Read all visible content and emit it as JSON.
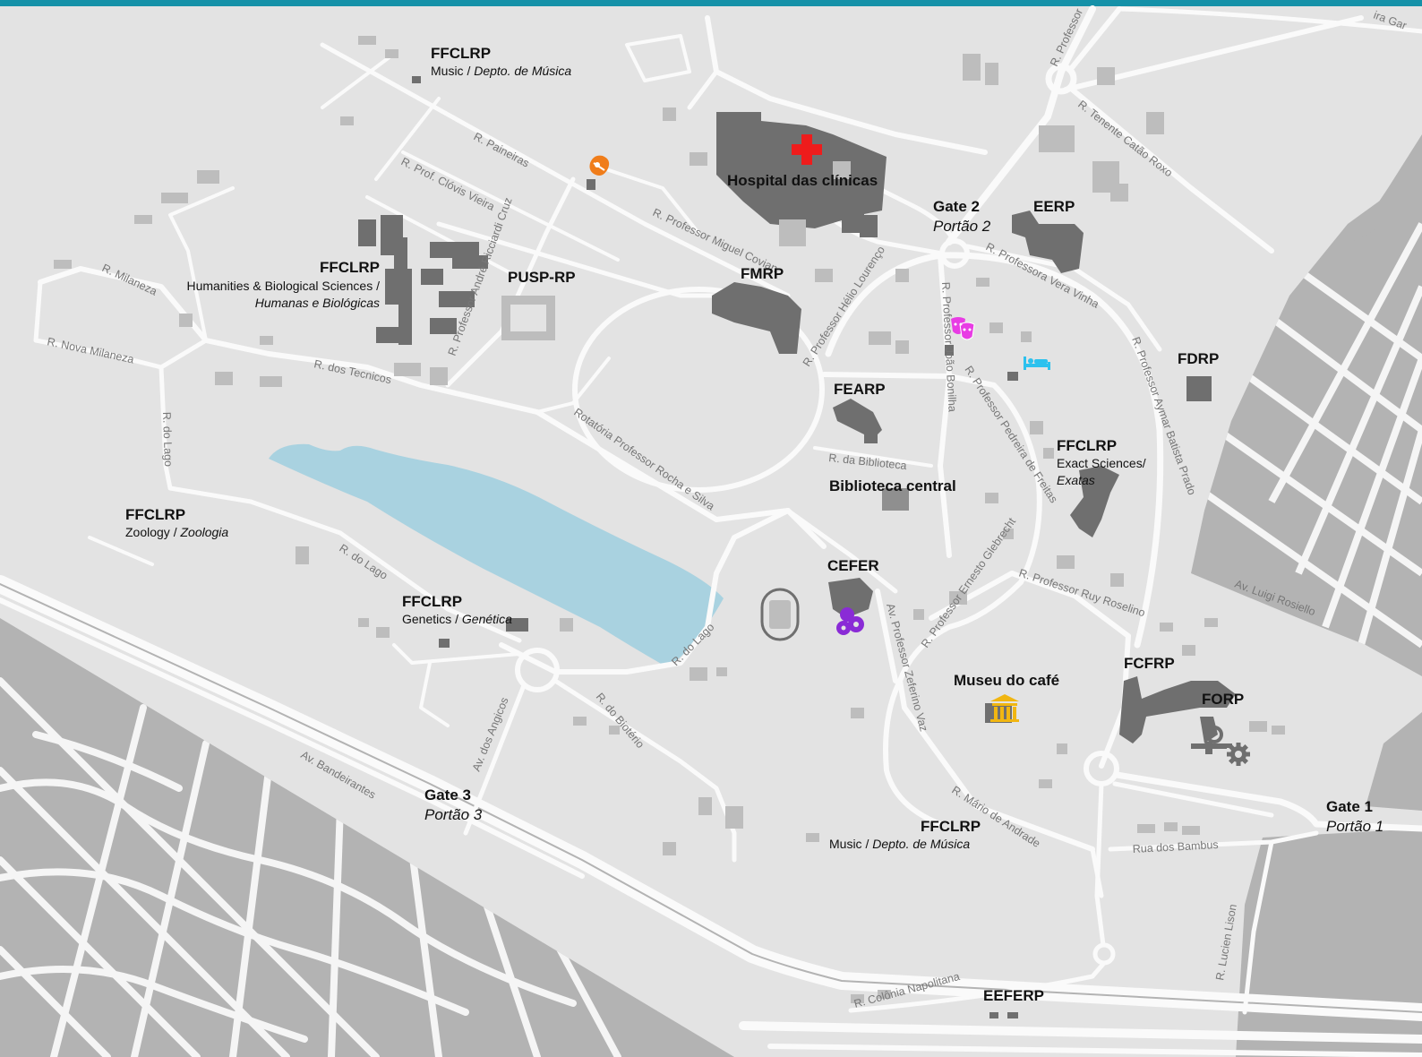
{
  "colors": {
    "background": "#e3e3e3",
    "urban": "#b3b3b3",
    "road": "#fafafa",
    "building": "#6f6f6f",
    "small_building": "#bdbdbd",
    "lake": "#a9d2e0",
    "top_bar": "#1591a8",
    "hospital_icon": "#ee1c1c",
    "theater_icon": "#e83ce4",
    "hotel_icon": "#2cc1ee",
    "museum_icon": "#f1b611",
    "cefer_icon": "#8a2bd6",
    "ffclrp_music_icon": "#f07d1a"
  },
  "places": [
    {
      "id": "ffclrp-music-north",
      "title": "FFCLRP",
      "line1": "Music / ",
      "line1_italic": "Depto. de Música",
      "line2_italic": ""
    },
    {
      "id": "hospital",
      "title": "Hospital das clínicas"
    },
    {
      "id": "gate2",
      "title": "Gate 2",
      "subtitle": "Portão 2"
    },
    {
      "id": "eerp",
      "title": "EERP"
    },
    {
      "id": "ffclrp-humanities",
      "title": "FFCLRP",
      "line1": "Humanities & Biological Sciences /",
      "line2_italic": "Humanas e Biológicas"
    },
    {
      "id": "pusp-rp",
      "title": "PUSP-RP"
    },
    {
      "id": "fmrp",
      "title": "FMRP"
    },
    {
      "id": "fdrp",
      "title": "FDRP"
    },
    {
      "id": "fearp",
      "title": "FEARP"
    },
    {
      "id": "ffclrp-exact",
      "title": "FFCLRP",
      "line1": "Exact Sciences/",
      "line2_italic": "Exatas"
    },
    {
      "id": "biblioteca",
      "title": "Biblioteca central"
    },
    {
      "id": "ffclrp-zoology",
      "title": "FFCLRP",
      "line1": "Zoology / ",
      "line1_italic": "Zoologia"
    },
    {
      "id": "cefer",
      "title": "CEFER"
    },
    {
      "id": "ffclrp-genetics",
      "title": "FFCLRP",
      "line1": "Genetics / ",
      "line1_italic": "Genética"
    },
    {
      "id": "museu",
      "title": "Museu do café"
    },
    {
      "id": "fcfrp",
      "title": "FCFRP"
    },
    {
      "id": "forp",
      "title": "FORP"
    },
    {
      "id": "gate3",
      "title": "Gate 3",
      "subtitle": "Portão 3"
    },
    {
      "id": "ffclrp-music-south",
      "title": "FFCLRP",
      "line1": "Music / ",
      "line1_italic": "Depto. de Música"
    },
    {
      "id": "gate1",
      "title": "Gate 1",
      "subtitle": "Portão 1"
    },
    {
      "id": "eeferp",
      "title": "EEFERP"
    }
  ],
  "streets": [
    "R. Paineiras",
    "R. Prof. Clóvis Vieira",
    "R. Professor André Ricciardi Cruz",
    "R. Professor Miguel Covian",
    "R. Professor Hélio Lourenço",
    "R. Professor João Bonilha",
    "R. Professora Vera Vinha",
    "R. Tenente Catão Roxo",
    "R. Professor",
    "R. Milaneza",
    "R. Nova Milaneza",
    "R. dos Tecnicos",
    "R. do Lago",
    "R. do Lago",
    "R. do Lago",
    "Rotatória Professor Rocha e Silva",
    "R. da Biblioteca",
    "R. Professor Pedreira de Freitas",
    "R. Professor Aymar Batista Prado",
    "R. Professor Ernesto Glebrecht",
    "R. Professor Ruy Roselino",
    "Av. Luigi Rosiello",
    "Av. Professor Zeferino Vaz",
    "Av. dos Angicos",
    "R. do Biotério",
    "Av. Bandeirantes",
    "R. Mário de Andrade",
    "Rua dos Bambus",
    "R. Lucien Lison",
    "R. Colônia Napolitana",
    "ira Gar"
  ]
}
